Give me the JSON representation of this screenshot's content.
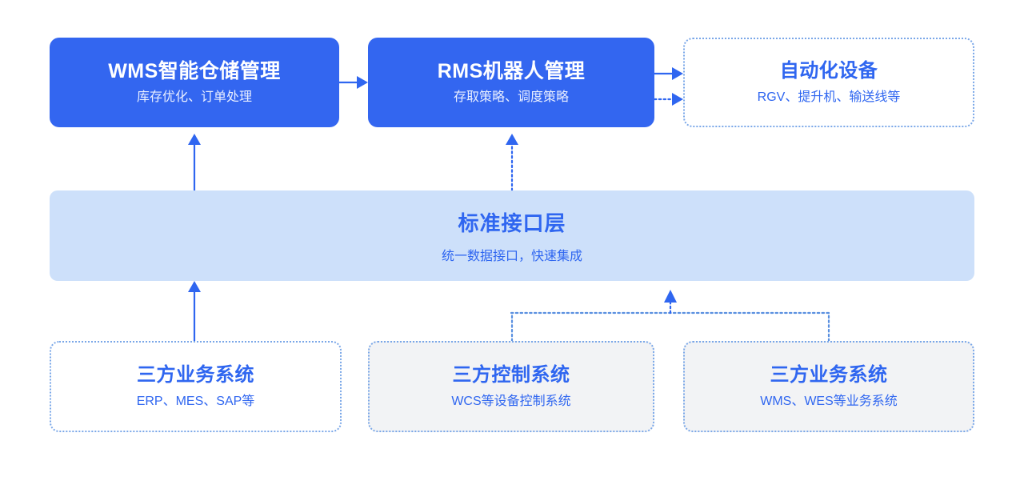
{
  "diagram": {
    "type": "system-architecture-layer-diagram",
    "accent_color": "#3366f0",
    "band_color": "#cde0fa",
    "gray_box_color": "#f2f3f5",
    "dotted_border_color": "#7aa7e8",
    "top_row": [
      {
        "id": "wms",
        "title": "WMS智能仓储管理",
        "subtitle": "库存优化、订单处理",
        "style": "filled"
      },
      {
        "id": "rms",
        "title": "RMS机器人管理",
        "subtitle": "存取策略、调度策略",
        "style": "filled"
      },
      {
        "id": "equipment",
        "title": "自动化设备",
        "subtitle": "RGV、提升机、输送线等",
        "style": "dotted"
      }
    ],
    "interface_layer": {
      "title": "标准接口层",
      "subtitle": "统一数据接口，快速集成"
    },
    "bottom_row": [
      {
        "id": "third-party-business-left",
        "title": "三方业务系统",
        "subtitle": "ERP、MES、SAP等",
        "style": "dotted-white"
      },
      {
        "id": "third-party-control",
        "title": "三方控制系统",
        "subtitle": "WCS等设备控制系统",
        "style": "dotted-gray"
      },
      {
        "id": "third-party-business-right",
        "title": "三方业务系统",
        "subtitle": "WMS、WES等业务系统",
        "style": "dotted-gray"
      }
    ],
    "connectors": [
      {
        "id": "wms-to-rms",
        "line": "solid",
        "direction": "right"
      },
      {
        "id": "rms-to-equipment-solid",
        "line": "solid",
        "direction": "right"
      },
      {
        "id": "rms-to-equipment-dotted",
        "line": "dotted",
        "direction": "right"
      },
      {
        "id": "band-to-wms",
        "line": "solid",
        "direction": "up"
      },
      {
        "id": "band-to-rms",
        "line": "dotted",
        "direction": "up"
      },
      {
        "id": "business-left-to-band",
        "line": "solid",
        "direction": "up"
      },
      {
        "id": "control-and-business-right-to-band",
        "line": "dotted",
        "direction": "up"
      }
    ]
  }
}
